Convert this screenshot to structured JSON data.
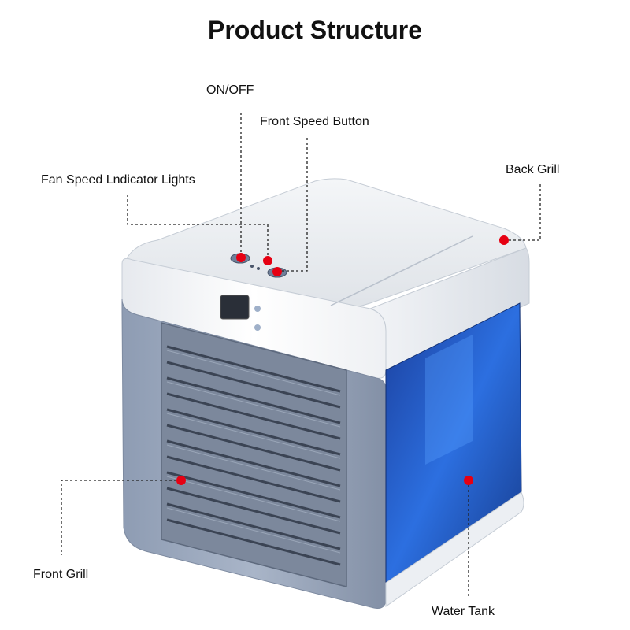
{
  "diagram": {
    "title": "Product Structure",
    "labels": {
      "on_off": "ON/OFF",
      "front_speed_button": "Front Speed Button",
      "fan_speed_indicator": "Fan Speed Lndicator Lights",
      "back_grill": "Back Grill",
      "front_grill": "Front Grill",
      "water_tank": "Water Tank"
    },
    "marker_color": "#e60012",
    "tank_color": "#1f5fd6"
  }
}
